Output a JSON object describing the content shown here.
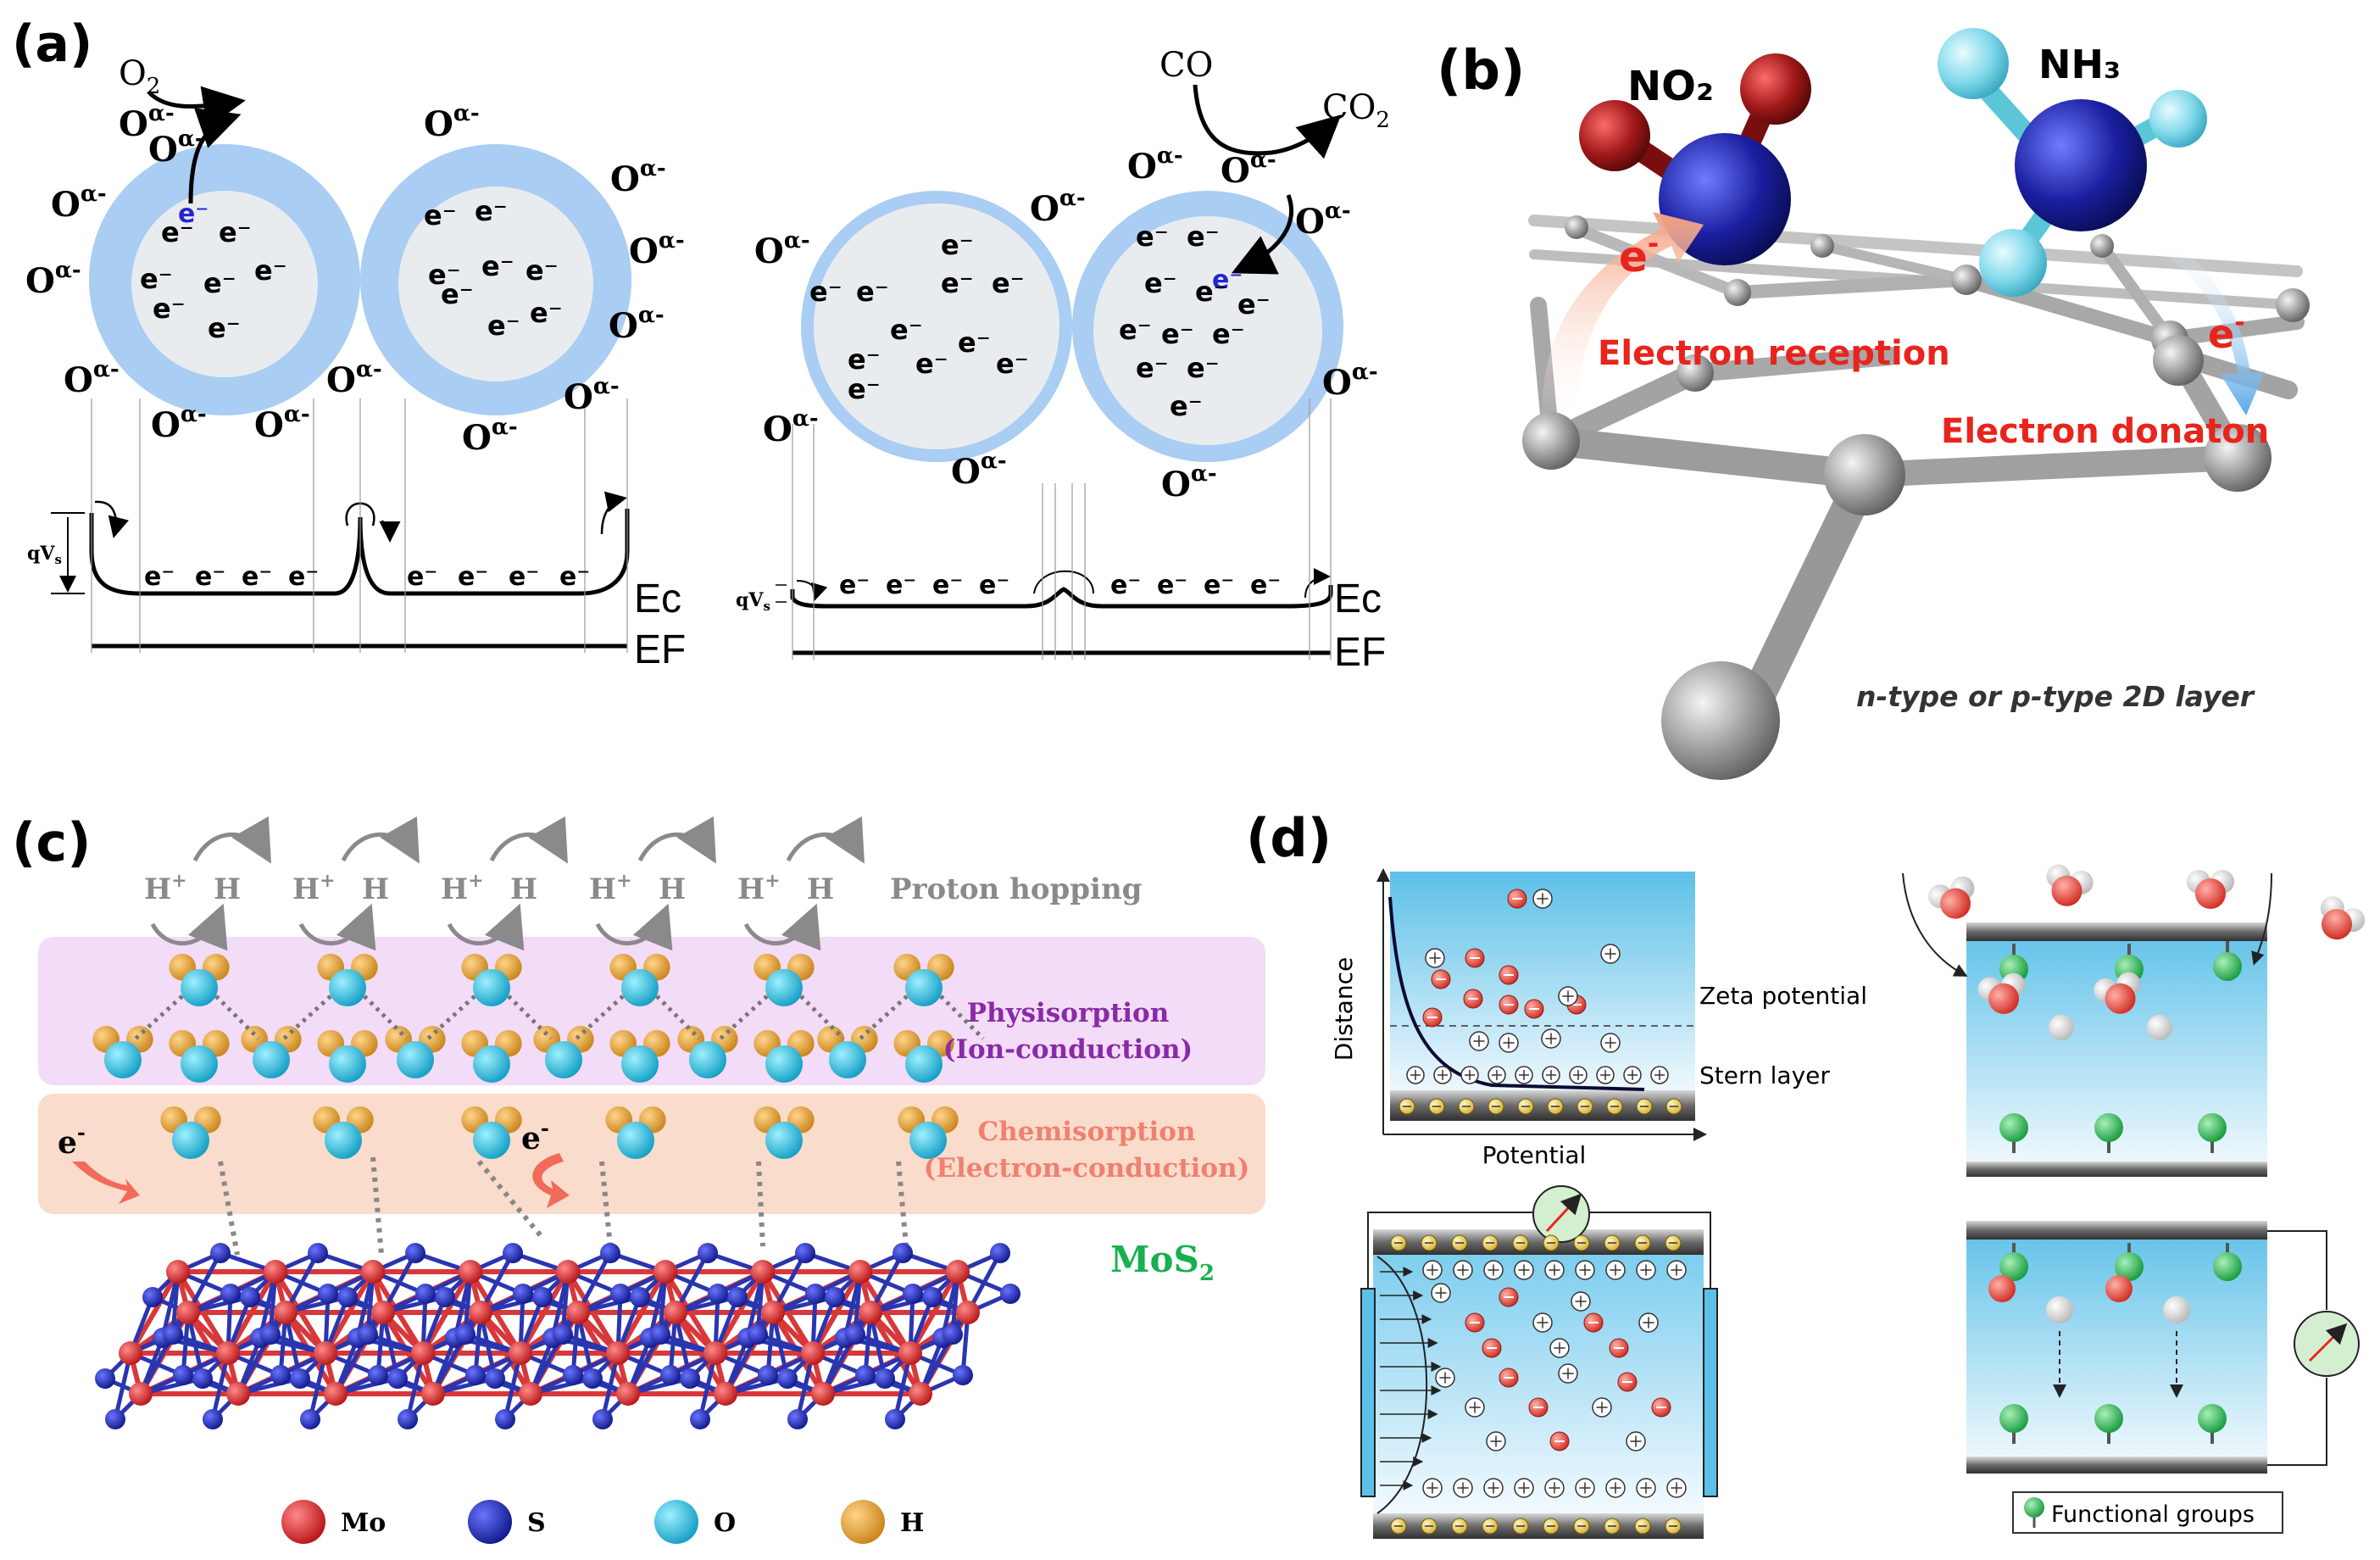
{
  "panels": {
    "a": {
      "label": "(a)",
      "left": {
        "gas_in": "O",
        "gas_in_sub": "2",
        "ion": "O",
        "ion_sup": "α-",
        "electron": "e⁻",
        "qvs": "qV",
        "qvs_sub": "s",
        "ec": "Ec",
        "ef": "EF"
      },
      "right": {
        "gas_in": "CO",
        "gas_out": "CO",
        "gas_out_sub": "2",
        "qvs": "qV",
        "qvs_sub": "s",
        "ec": "Ec",
        "ef": "EF"
      }
    },
    "b": {
      "label": "(b)",
      "molecule_left": "NO₂",
      "molecule_right": "NH₃",
      "electron": "e",
      "electron_sup": "-",
      "reception": "Electron reception",
      "donation": "Electron donaton",
      "layer": "n-type or p-type 2D  layer"
    },
    "c": {
      "label": "(c)",
      "proton_hop": "Proton hopping",
      "h_plus": "H",
      "h_plus_sup": "+",
      "h": "H",
      "physisorption": "Physisorption",
      "ion_conduction": "(Ion-conduction)",
      "chemisorption": "Chemisorption",
      "electron_conduction": "(Electron-conduction)",
      "electron": "e",
      "electron_sup": "-",
      "material": "MoS",
      "material_sub": "2",
      "legend": [
        {
          "label": "Mo",
          "color": "#d62a2a"
        },
        {
          "label": "S",
          "color": "#1f2aa8"
        },
        {
          "label": "O",
          "color": "#23b4d6"
        },
        {
          "label": "H",
          "color": "#e0a030"
        }
      ]
    },
    "d": {
      "label": "(d)",
      "y_axis": "Distance",
      "x_axis": "Potential",
      "zeta": "Zeta potential",
      "stern": "Stern layer",
      "functional_groups": "Functional groups"
    }
  },
  "colors": {
    "particle_shell": "#a9cdf3",
    "particle_core": "#e9ecee",
    "electron_red": "#e8241c",
    "physi_bg": "#f3dcf7",
    "chemi_bg": "#f9dccb",
    "physi_text": "#8a2aa8",
    "chemi_text": "#f08070",
    "mos2_text": "#18b050",
    "liquid_top": "#6ec8ea",
    "liquid_bottom": "#e8f6fc"
  }
}
